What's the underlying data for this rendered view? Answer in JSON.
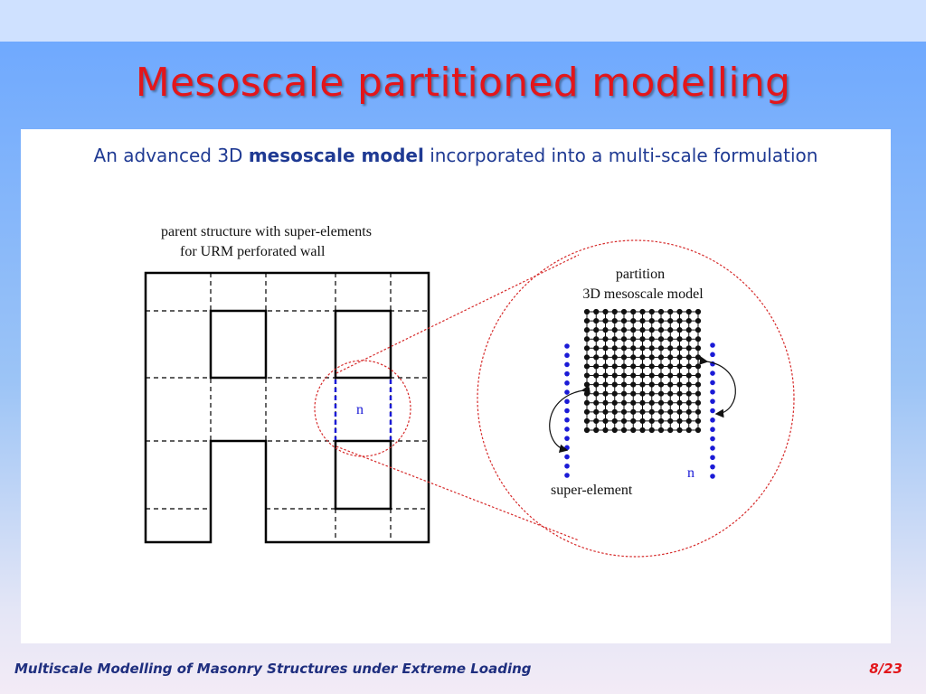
{
  "slide": {
    "title": "Mesoscale partitioned modelling",
    "subtitle": {
      "before": "An advanced 3D ",
      "bold": "mesoscale model",
      "after": " incorporated into a multi-scale formulation"
    }
  },
  "diagram": {
    "parent_label_line1": "parent structure with super-elements",
    "parent_label_line2": "for URM perforated wall",
    "partition_label_line1": "partition",
    "partition_label_line2": "3D mesoscale model",
    "node_label": "n",
    "zoom_node_label": "n",
    "super_element_label": "super-element"
  },
  "footer": {
    "text": "Multiscale Modelling of Masonry Structures under Extreme Loading",
    "page": "8/23"
  },
  "colors": {
    "title": "#e2161b",
    "subtitle": "#1f3a93",
    "footer_text": "#1f2f7f",
    "page_number": "#e2161b",
    "zoom_circle": "#d62a2a",
    "nodes": "#1a1ad6"
  }
}
